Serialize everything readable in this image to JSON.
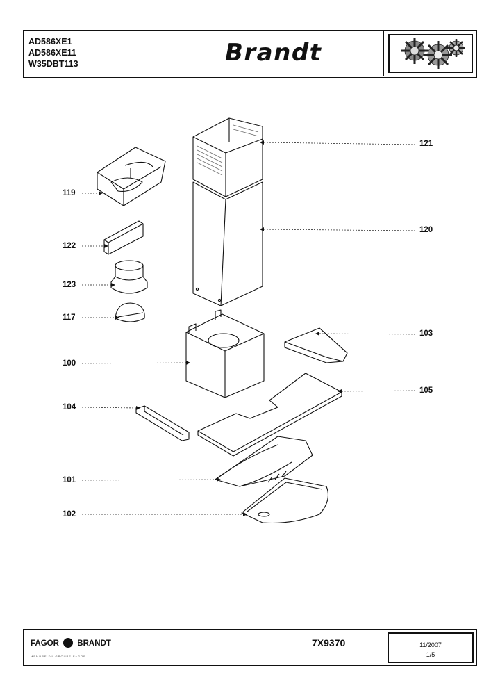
{
  "header": {
    "models": [
      "AD586XE1",
      "AD586XE11",
      "W35DBT113"
    ],
    "logo": "Brandt"
  },
  "diagram": {
    "parts": [
      {
        "id": "121"
      },
      {
        "id": "120"
      },
      {
        "id": "119"
      },
      {
        "id": "122"
      },
      {
        "id": "123"
      },
      {
        "id": "117"
      },
      {
        "id": "100"
      },
      {
        "id": "103"
      },
      {
        "id": "105"
      },
      {
        "id": "104"
      },
      {
        "id": "101"
      },
      {
        "id": "102"
      }
    ]
  },
  "footer": {
    "brand_left": "FAGOR",
    "brand_right": "BRANDT",
    "tagline": "MEMBRE DU GROUPE FAGOR",
    "doc_number": "7X9370",
    "date": "11/2007",
    "page": "1/5"
  }
}
